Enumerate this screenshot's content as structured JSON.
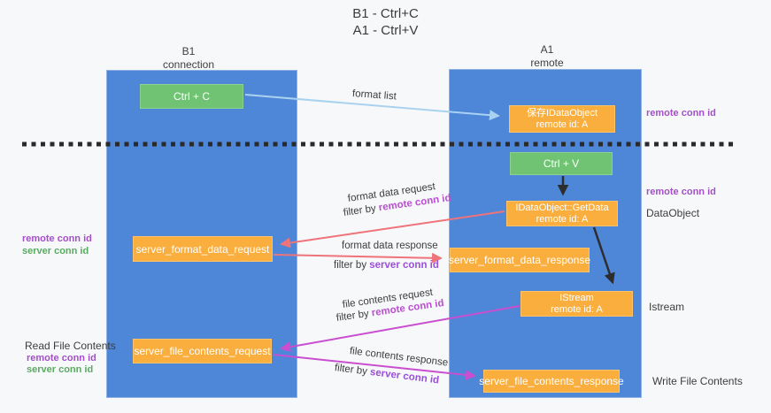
{
  "title": {
    "line1": "B1 - Ctrl+C",
    "line2": "A1 - Ctrl+V"
  },
  "lanes": {
    "left": {
      "header": {
        "line1": "B1",
        "line2": "connection"
      }
    },
    "right": {
      "header": {
        "line1": "A1",
        "line2": "remote"
      }
    }
  },
  "nodes": {
    "ctrl_c": {
      "label": "Ctrl + C"
    },
    "save_dataobject": {
      "line1": "保存IDataObject",
      "line2": "remote id: A"
    },
    "ctrl_v": {
      "label": "Ctrl + V"
    },
    "getdata": {
      "line1": "IDataObject::GetData",
      "line2": "remote id: A"
    },
    "format_data_request": {
      "label": "server_format_data_request"
    },
    "format_data_response": {
      "label": "server_format_data_response"
    },
    "istream": {
      "line1": "IStream",
      "line2": "remote id: A"
    },
    "file_contents_request": {
      "label": "server_file_contents_request"
    },
    "file_contents_response": {
      "label": "server_file_contents_response"
    }
  },
  "edges": {
    "format_list": {
      "label": "format list"
    },
    "format_data_request": {
      "label": "format data request",
      "filter_prefix": "filter by ",
      "filter_value": "remote conn id"
    },
    "format_data_response": {
      "label": "format data response",
      "filter_prefix": "filter by ",
      "filter_value": "server conn id"
    },
    "file_contents_request": {
      "label": "file contents request",
      "filter_prefix": "filter by ",
      "filter_value": "remote conn id"
    },
    "file_contents_response": {
      "label": "file contents response",
      "filter_prefix": "filter by ",
      "filter_value": "server conn id"
    }
  },
  "annotations": {
    "remote_conn_id_top": "remote conn id",
    "remote_conn_id_mid": "remote conn id",
    "dataobject": "DataObject",
    "istream": "Istream",
    "write_file_contents": "Write File Contents",
    "read_file_contents": "Read File Contents",
    "left_group1": {
      "remote": "remote conn id",
      "server": "server conn id"
    },
    "left_group2": {
      "remote": "remote conn id",
      "server": "server conn id"
    }
  },
  "colors": {
    "lane_blue": "#4e86d8",
    "node_green": "#71c374",
    "node_orange": "#f9ae3d",
    "arrow_light_blue": "#a9d2f0",
    "arrow_red": "#ee737a",
    "arrow_magenta": "#c94fd0",
    "arrow_black": "#2d2d2d",
    "dashed_divider": "#2a2a2a",
    "text_purple": "#a44fc8",
    "text_green": "#5aab62"
  }
}
